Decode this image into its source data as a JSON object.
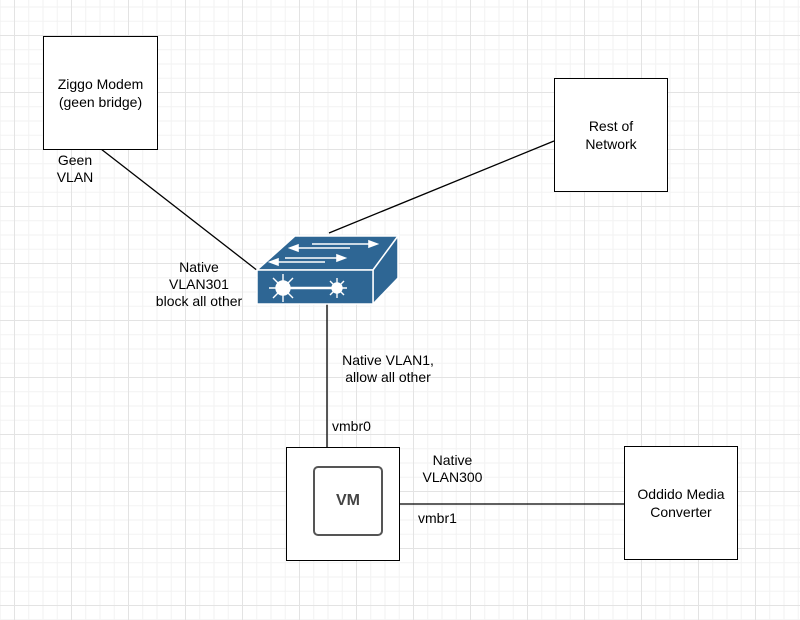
{
  "diagram": {
    "nodes": {
      "modem": {
        "line1": "Ziggo Modem",
        "line2": "(geen bridge)"
      },
      "rest": {
        "line1": "Rest of",
        "line2": "Network"
      },
      "switch": {
        "icon": "network-switch-icon",
        "color": "#2e6694"
      },
      "vm_host": {
        "inner_label": "VM"
      },
      "converter": {
        "line1": "Oddido Media",
        "line2": "Converter"
      }
    },
    "labels": {
      "geen_vlan": {
        "line1": "Geen",
        "line2": "VLAN"
      },
      "native_vlan301": {
        "line1": "Native",
        "line2": "VLAN301",
        "line3": "block all other"
      },
      "native_vlan1": {
        "line1": "Native VLAN1,",
        "line2": "allow all other"
      },
      "vmbr0": "vmbr0",
      "native_vlan300": {
        "line1": "Native",
        "line2": "VLAN300"
      },
      "vmbr1": "vmbr1"
    },
    "edges": [
      {
        "from": "modem",
        "to": "switch"
      },
      {
        "from": "rest",
        "to": "switch"
      },
      {
        "from": "switch",
        "to": "vm_host"
      },
      {
        "from": "vm_host",
        "to": "converter"
      }
    ]
  }
}
